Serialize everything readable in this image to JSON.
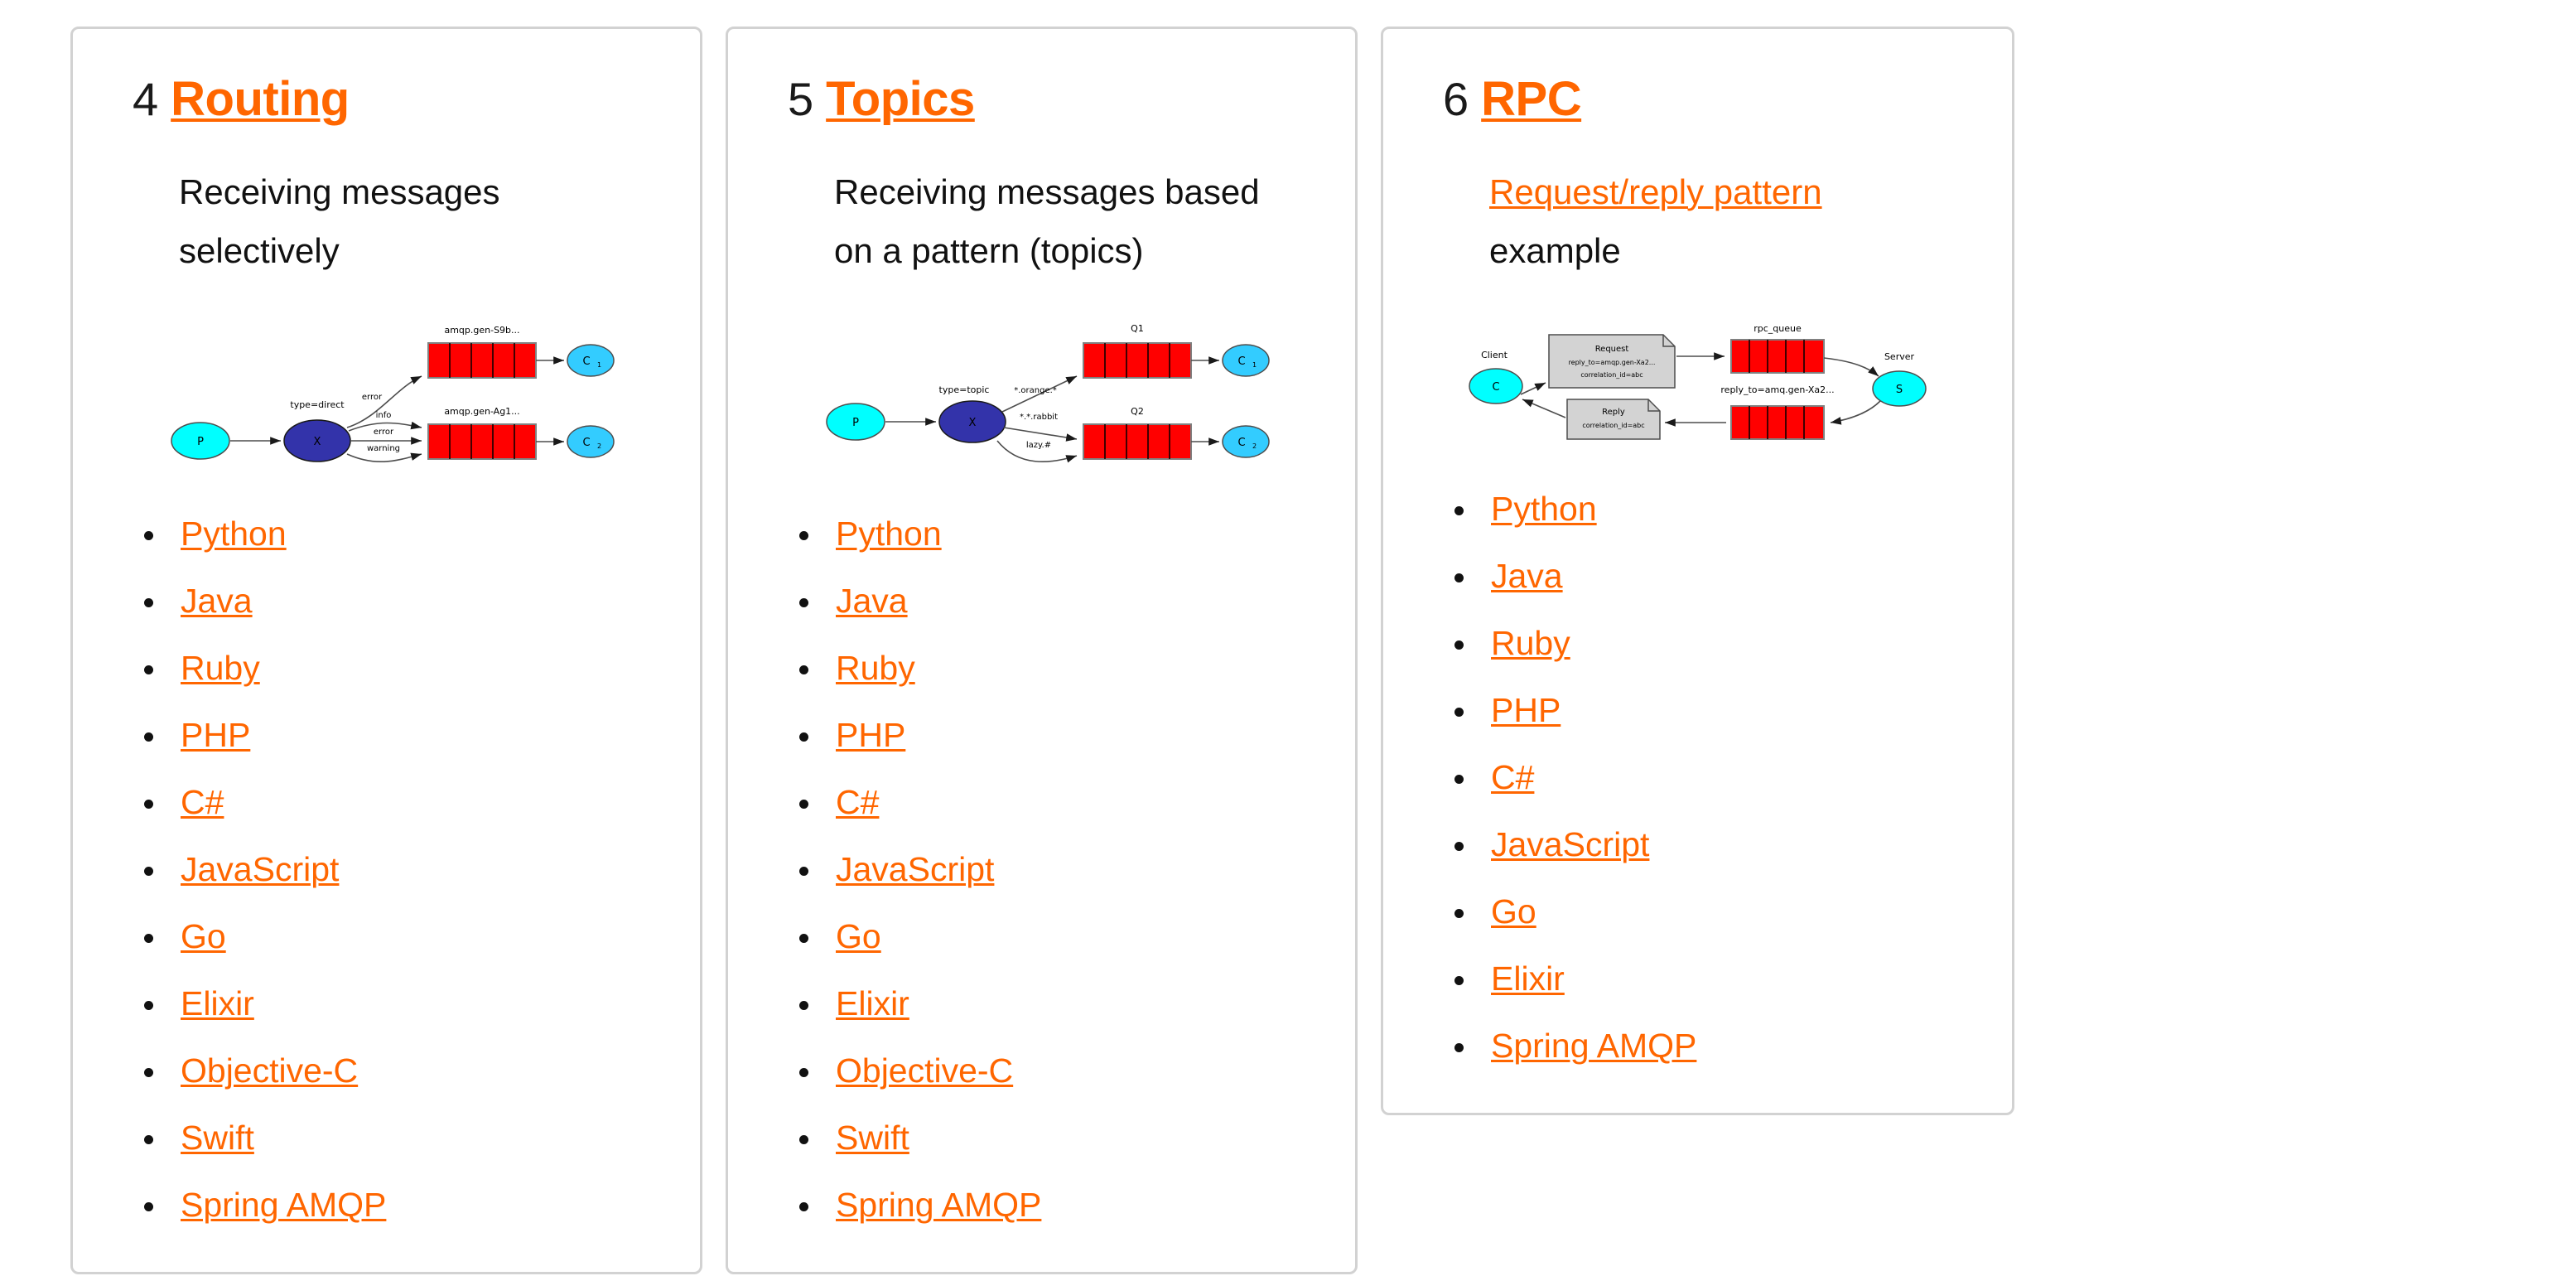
{
  "cards": [
    {
      "number": "4",
      "title": "Routing",
      "subtitle_plain": "Receiving messages selectively",
      "subtitle_link": "",
      "subtitle_tail": "",
      "diagram": {
        "name": "routing-diagram",
        "producer": "P",
        "exchange": "X",
        "exchange_type": "type=direct",
        "queues": [
          {
            "label": "amqp.gen-S9b...",
            "consumer": "C",
            "consumer_sub": "1"
          },
          {
            "label": "amqp.gen-Ag1...",
            "consumer": "C",
            "consumer_sub": "2"
          }
        ],
        "bindings": [
          "error",
          "info",
          "error",
          "warning"
        ]
      },
      "links": [
        "Python",
        "Java",
        "Ruby",
        "PHP",
        "C#",
        "JavaScript",
        "Go",
        "Elixir",
        "Objective-C",
        "Swift",
        "Spring AMQP"
      ]
    },
    {
      "number": "5",
      "title": "Topics",
      "subtitle_plain": "Receiving messages based on a pattern (topics)",
      "subtitle_link": "",
      "subtitle_tail": "",
      "diagram": {
        "name": "topics-diagram",
        "producer": "P",
        "exchange": "X",
        "exchange_type": "type=topic",
        "queues": [
          {
            "label": "Q1",
            "consumer": "C",
            "consumer_sub": "1"
          },
          {
            "label": "Q2",
            "consumer": "C",
            "consumer_sub": "2"
          }
        ],
        "bindings": [
          "*.orange.*",
          "*.*.rabbit",
          "lazy.#"
        ]
      },
      "links": [
        "Python",
        "Java",
        "Ruby",
        "PHP",
        "C#",
        "JavaScript",
        "Go",
        "Elixir",
        "Objective-C",
        "Swift",
        "Spring AMQP"
      ]
    },
    {
      "number": "6",
      "title": "RPC",
      "subtitle_plain": "",
      "subtitle_link": "Request/reply pattern",
      "subtitle_tail": "example",
      "diagram": {
        "name": "rpc-diagram",
        "client_label": "Client",
        "client_node": "C",
        "server_label": "Server",
        "server_node": "S",
        "queue_label": "rpc_queue",
        "reply_to_label": "reply_to=amq.gen-Xa2...",
        "request_note": [
          "Request",
          "reply_to=amqp.gen-Xa2...",
          "correlation_id=abc"
        ],
        "reply_note": [
          "Reply",
          "correlation_id=abc"
        ]
      },
      "links": [
        "Python",
        "Java",
        "Ruby",
        "PHP",
        "C#",
        "JavaScript",
        "Go",
        "Elixir",
        "Spring AMQP"
      ]
    }
  ],
  "colors": {
    "accent": "#ff6600",
    "card_border": "#d2d2d2",
    "queue_red": "#ff0000",
    "exchange_blue": "#3333aa",
    "producer_cyan": "#00ffff",
    "consumer_blue": "#33ccff",
    "note_gray": "#d3d3d3",
    "text": "#111111"
  }
}
